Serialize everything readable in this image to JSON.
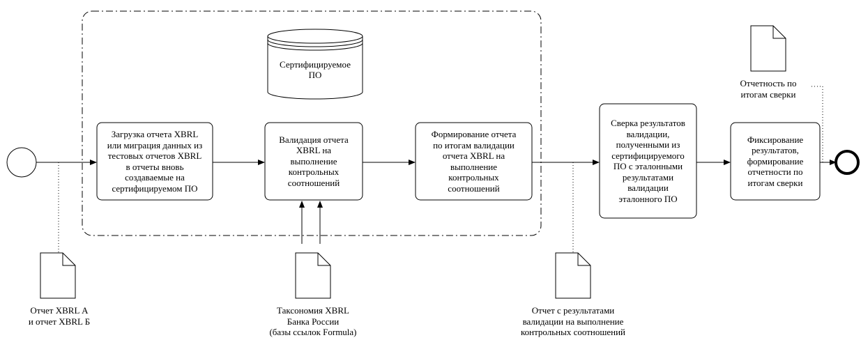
{
  "diagram": {
    "database": {
      "label": "Сертифицируемое\nПО"
    },
    "tasks": {
      "load": "Загрузка отчета XBRL\nили миграция данных из\nтестовых отчетов XBRL\nв отчеты вновь\nсоздаваемые на\nсертифицируемом ПО",
      "validate": "Валидация отчета\nXBRL на\nвыполнение\nконтрольных\nсоотношений",
      "form_report": "Формирование отчета\nпо итогам валидации\nотчета XBRL на\nвыполнение\nконтрольных\nсоотношений",
      "compare": "Сверка результатов\nвалидации,\nполученными из\nсертифицируемого\nПО с эталонными\nрезультатами\nвалидации\nэталонного ПО",
      "fix": "Фиксирование\nрезультатов,\nформирование\nотчетности по\nитогам сверки"
    },
    "documents": {
      "input_reports": "Отчет XBRL А\nи отчет XBRL Б",
      "taxonomy": "Таксономия XBRL\nБанка России\n(базы ссылок Formula)",
      "validation_report": "Отчет с результатами\nвалидации на выполнение\nконтрольных соотношений",
      "reconciliation_report": "Отчетность по\nитогам сверки"
    }
  }
}
